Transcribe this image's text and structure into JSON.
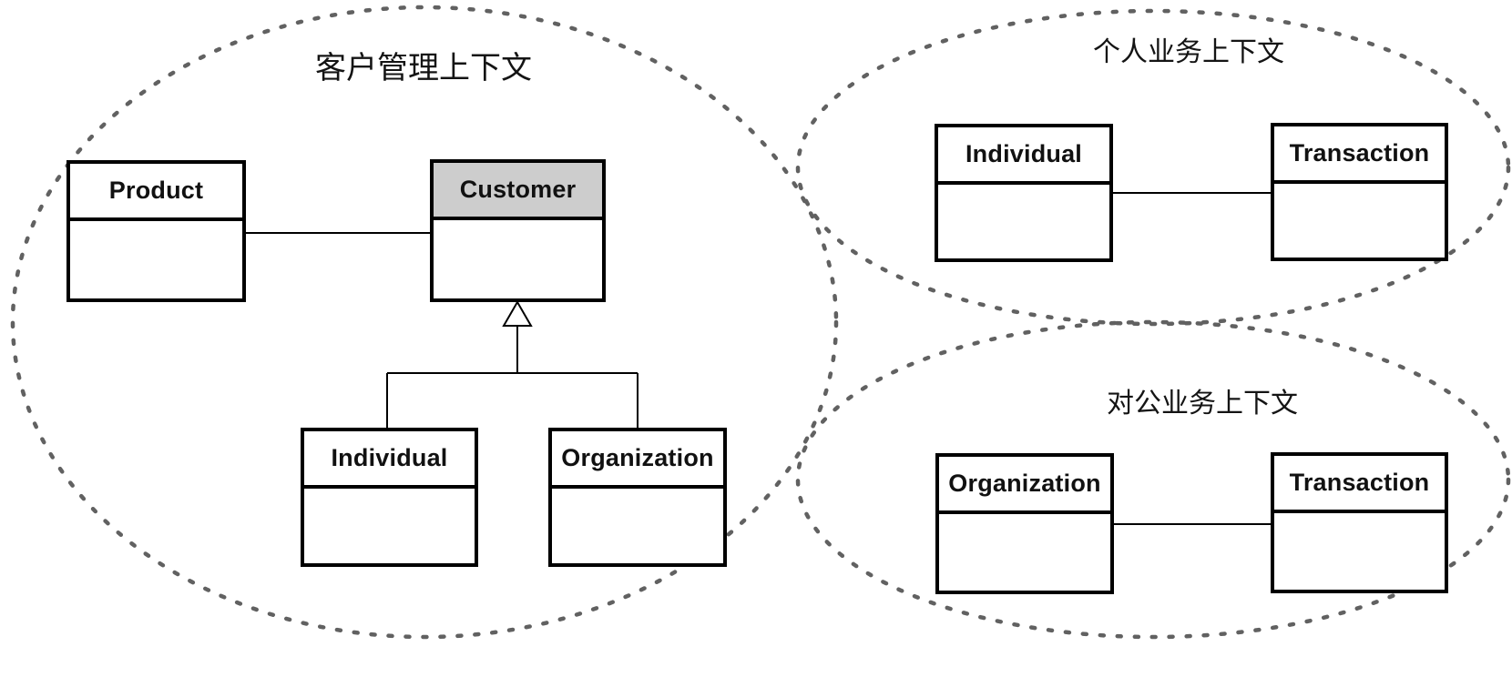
{
  "contexts": {
    "customer_management": {
      "title": "客户管理上下文"
    },
    "personal_business": {
      "title": "个人业务上下文"
    },
    "corporate_business": {
      "title": "对公业务上下文"
    }
  },
  "classes": {
    "product": {
      "label": "Product"
    },
    "customer": {
      "label": "Customer",
      "highlighted": true
    },
    "individual_cm": {
      "label": "Individual"
    },
    "organization_cm": {
      "label": "Organization"
    },
    "individual_pb": {
      "label": "Individual"
    },
    "transaction_pb": {
      "label": "Transaction"
    },
    "organization_cb": {
      "label": "Organization"
    },
    "transaction_cb": {
      "label": "Transaction"
    }
  },
  "relationships": [
    {
      "type": "association",
      "from": "Product",
      "to": "Customer",
      "context": "客户管理上下文"
    },
    {
      "type": "generalization",
      "from": "Individual",
      "to": "Customer",
      "context": "客户管理上下文"
    },
    {
      "type": "generalization",
      "from": "Organization",
      "to": "Customer",
      "context": "客户管理上下文"
    },
    {
      "type": "association",
      "from": "Individual",
      "to": "Transaction",
      "context": "个人业务上下文"
    },
    {
      "type": "association",
      "from": "Organization",
      "to": "Transaction",
      "context": "对公业务上下文"
    }
  ],
  "colors": {
    "customer_header_fill": "#cdcdcd",
    "ellipse_stroke": "#616161",
    "box_border": "#000000",
    "background": "#ffffff"
  }
}
